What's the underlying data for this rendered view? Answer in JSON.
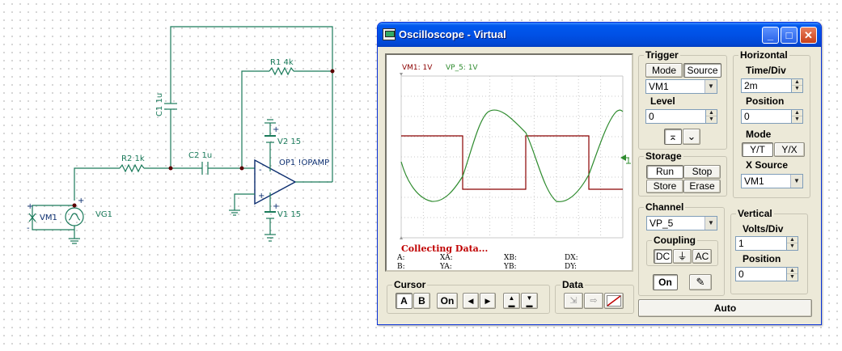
{
  "schematic": {
    "r1": "R1 4k",
    "r2": "R2 1k",
    "c1": "C1 1u",
    "c2": "C2 1u",
    "v2": "V2 15",
    "v1": "V1 15",
    "op1": "OP1 !OPAMP",
    "vg1": "VG1",
    "vm1": "VM1",
    "plus": "+",
    "minus": "-"
  },
  "window": {
    "title": "Oscilloscope - Virtual",
    "min_glyph": "_",
    "max_glyph": "□",
    "close_glyph": "✕"
  },
  "screen": {
    "legend_vm1": "VM1: 1V",
    "legend_vp5": "VP_5: 1V",
    "status": "Collecting Data...",
    "cursor_labels": [
      "A:",
      "XA:",
      "XB:",
      "DX:",
      "B:",
      "YA:",
      "YB:",
      "DY:"
    ]
  },
  "trigger": {
    "title": "Trigger",
    "mode_label": "Mode",
    "source_label": "Source",
    "source_value": "VM1",
    "level_label": "Level",
    "level_value": "0"
  },
  "horizontal": {
    "title": "Horizontal",
    "timediv_label": "Time/Div",
    "timediv_value": "2m",
    "position_label": "Position",
    "position_value": "0",
    "mode_label": "Mode",
    "yt_label": "Y/T",
    "yx_label": "Y/X",
    "xsource_label": "X Source",
    "xsource_value": "VM1"
  },
  "storage": {
    "title": "Storage",
    "run": "Run",
    "stop": "Stop",
    "store": "Store",
    "erase": "Erase"
  },
  "channel": {
    "title": "Channel",
    "value": "VP_5",
    "coupling_title": "Coupling",
    "dc": "DC",
    "ac": "AC",
    "on": "On"
  },
  "vertical": {
    "title": "Vertical",
    "voltsdiv_label": "Volts/Div",
    "voltsdiv_value": "1",
    "position_label": "Position",
    "position_value": "0"
  },
  "cursor": {
    "title": "Cursor",
    "a": "A",
    "b": "B",
    "on": "On"
  },
  "data": {
    "title": "Data"
  },
  "auto_label": "Auto",
  "colors": {
    "trace_vm1": "#8b0000",
    "trace_vp5": "#2e8b2e",
    "title_bar": "#0054e3",
    "window_bg": "#ece9d8"
  }
}
